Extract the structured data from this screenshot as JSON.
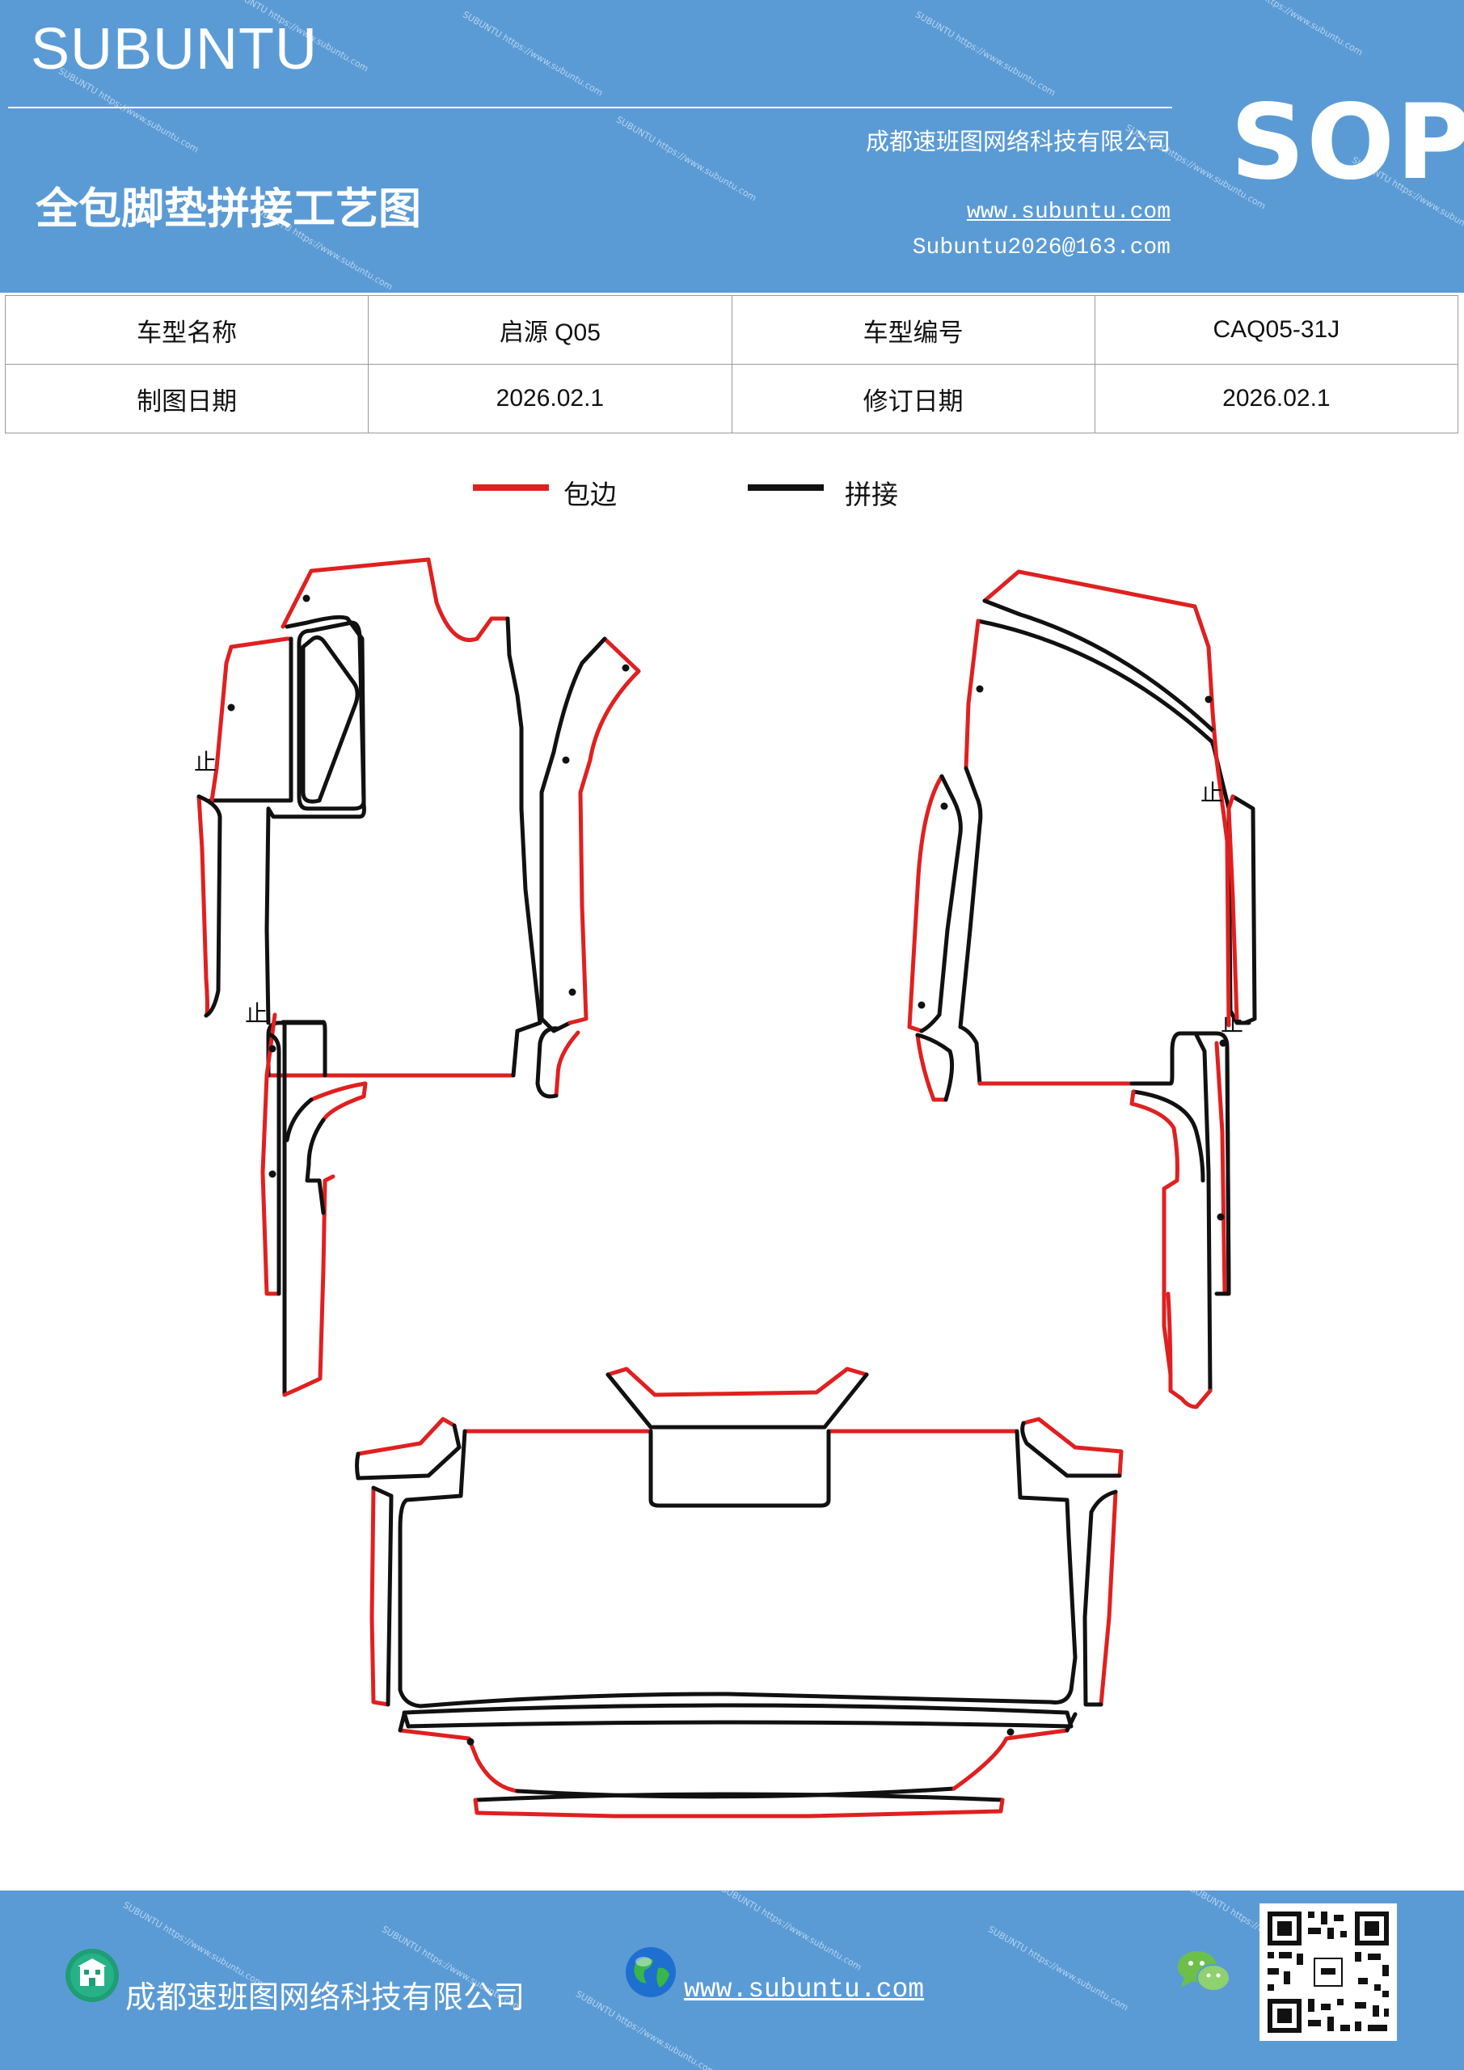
{
  "header": {
    "brand": "SUBUNTU",
    "company": "成都速班图网络科技有限公司",
    "title": "全包脚垫拼接工艺图",
    "website": "www.subuntu.com",
    "email": "Subuntu2026@163.com",
    "badge": "SOP",
    "background_color": "#5b9bd5"
  },
  "info_table": {
    "rows": [
      [
        "车型名称",
        "启源 Q05",
        "车型编号",
        "CAQ05-31J"
      ],
      [
        "制图日期",
        "2026.02.1",
        "修订日期",
        "2026.02.1"
      ]
    ]
  },
  "legend": {
    "items": [
      {
        "label": "包边",
        "color": "#e02020"
      },
      {
        "label": "拼接",
        "color": "#111111"
      }
    ]
  },
  "diagram": {
    "stop_marks": [
      "止",
      "止",
      "止",
      "止"
    ],
    "colors": {
      "edge": "#e02020",
      "seam": "#111111"
    }
  },
  "footer": {
    "company": "成都速班图网络科技有限公司",
    "website": "www.subuntu.com",
    "icons": [
      "building-icon",
      "globe-icon",
      "wechat-icon",
      "qr-code"
    ]
  }
}
